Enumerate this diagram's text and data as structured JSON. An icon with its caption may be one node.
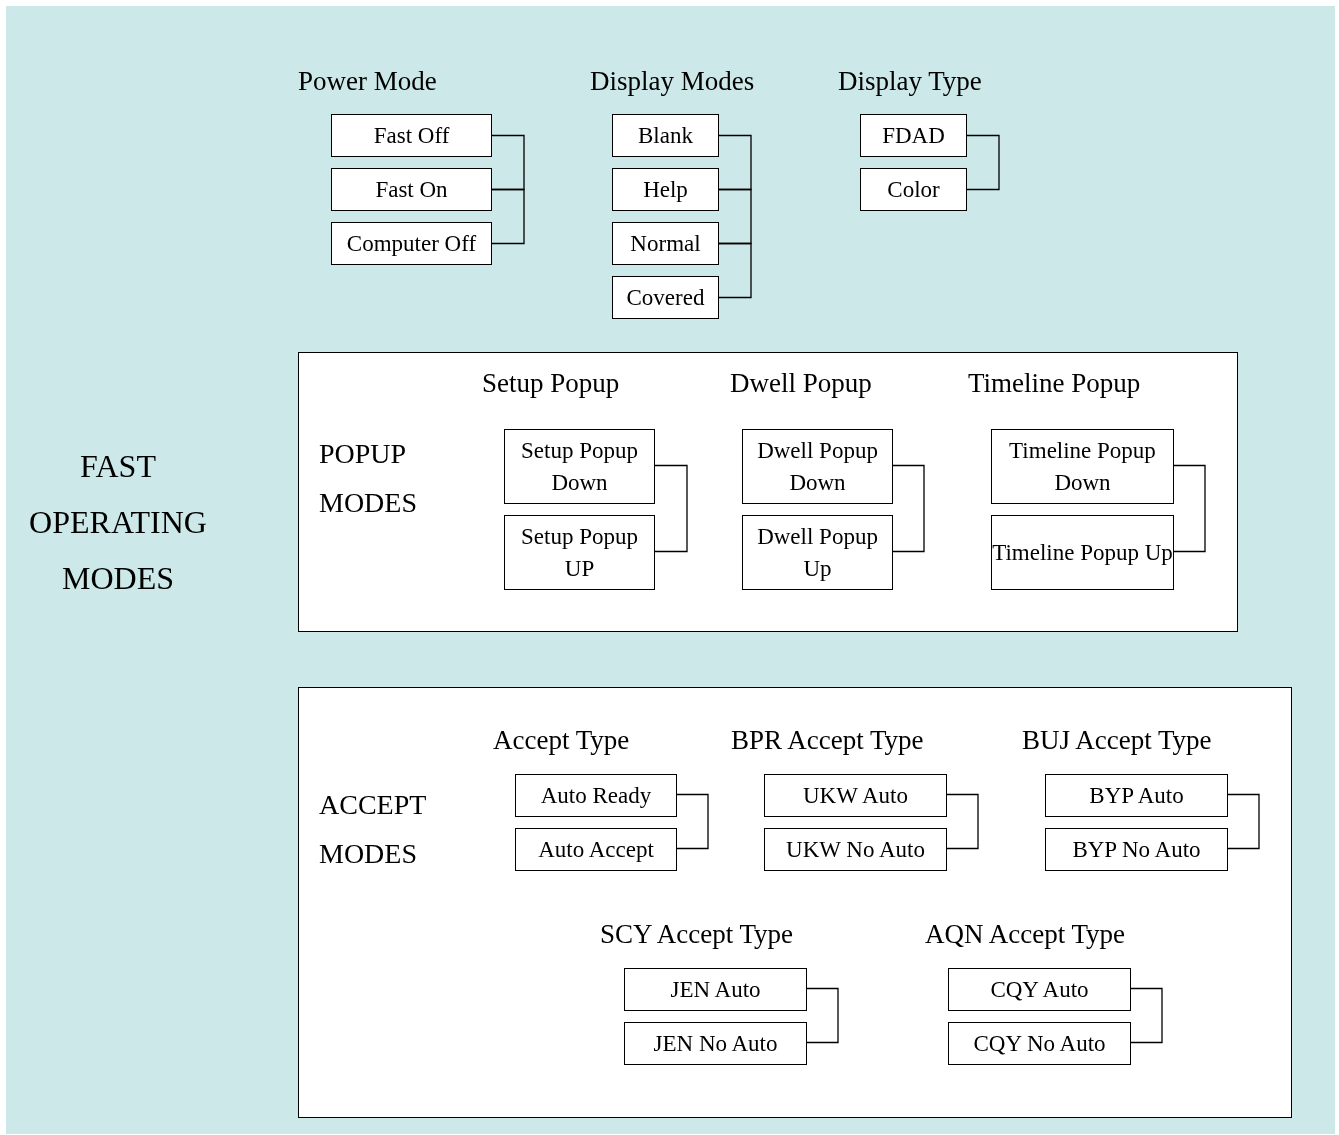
{
  "diagram": {
    "nodes": [
      {
        "text": [
          "FAST OPERATING MODES"
        ]
      },
      {
        "text": [
          "Fast Off"
        ],
        "in": 0
      },
      {
        "text": [
          "Fast On"
        ],
        "in": 0
      },
      {
        "text": [
          "Computer Off"
        ],
        "in": 0
      },
      {
        "text": [
          "Blank"
        ],
        "in": 0
      },
      {
        "text": [
          "Help"
        ],
        "in": 0
      },
      {
        "text": [
          "Normal"
        ],
        "in": 0
      },
      {
        "text": [
          "Covered"
        ],
        "in": 0
      },
      {
        "text": [
          "FDAD"
        ],
        "in": 0
      },
      {
        "text": [
          "Color"
        ],
        "in": 0
      },
      {
        "text": [
          "POPUP MODES"
        ],
        "in": 0
      },
      {
        "text": [
          "Setup Popup Down"
        ],
        "in": 10
      },
      {
        "text": [
          "Setup Popup UP"
        ],
        "in": 10
      },
      {
        "text": [
          "Dwell Popup Down"
        ],
        "in": 10
      },
      {
        "text": [
          "Dwell Popup Up"
        ],
        "in": 10
      },
      {
        "text": [
          "Timeline Popup Down"
        ],
        "in": 10
      },
      {
        "text": [
          "Timeline Popup Up"
        ],
        "in": 10
      },
      {
        "text": [
          "ACCEPT MODES"
        ],
        "in": 0
      },
      {
        "text": [
          "Auto Ready"
        ],
        "in": 17
      },
      {
        "text": [
          "Auto Accept"
        ],
        "in": 17
      },
      {
        "text": [
          "UKW Auto"
        ],
        "in": 17
      },
      {
        "text": [
          "UKW No Auto"
        ],
        "in": 17
      },
      {
        "text": [
          "BYP Auto"
        ],
        "in": 17
      },
      {
        "text": [
          "BYP No Auto"
        ],
        "in": 17
      },
      {
        "text": [
          "JEN Auto"
        ],
        "in": 17
      },
      {
        "text": [
          "JEN No Auto"
        ],
        "in": 17
      },
      {
        "text": [
          "CQY Auto"
        ],
        "in": 17
      },
      {
        "text": [
          "CQY No Auto"
        ],
        "in": 17
      }
    ],
    "edges": [
      {
        "from": 1,
        "to": 2,
        "arrow": "none"
      },
      {
        "from": 2,
        "to": 3,
        "arrow": "none"
      },
      {
        "from": 4,
        "to": 5,
        "arrow": "none"
      },
      {
        "from": 5,
        "to": 6,
        "arrow": "none"
      },
      {
        "from": 6,
        "to": 7,
        "arrow": "none"
      },
      {
        "from": 8,
        "to": 9,
        "arrow": "none"
      },
      {
        "from": 11,
        "to": 12,
        "arrow": "none"
      },
      {
        "from": 13,
        "to": 14,
        "arrow": "none"
      },
      {
        "from": 15,
        "to": 16,
        "arrow": "none"
      },
      {
        "from": 18,
        "to": 19,
        "arrow": "none"
      },
      {
        "from": 20,
        "to": 21,
        "arrow": "none"
      },
      {
        "from": 22,
        "to": 23,
        "arrow": "none"
      },
      {
        "from": 24,
        "to": 25,
        "arrow": "none"
      },
      {
        "from": 26,
        "to": 27,
        "arrow": "none"
      }
    ],
    "labels": [
      "Power Mode",
      "Display Modes",
      "Display Type",
      "Setup Popup",
      "Dwell Popup",
      "Timeline Popup",
      "Accept Type",
      "BPR Accept Type",
      "BUJ Accept Type",
      "SCY Accept Type",
      "AQN Accept Type"
    ]
  }
}
